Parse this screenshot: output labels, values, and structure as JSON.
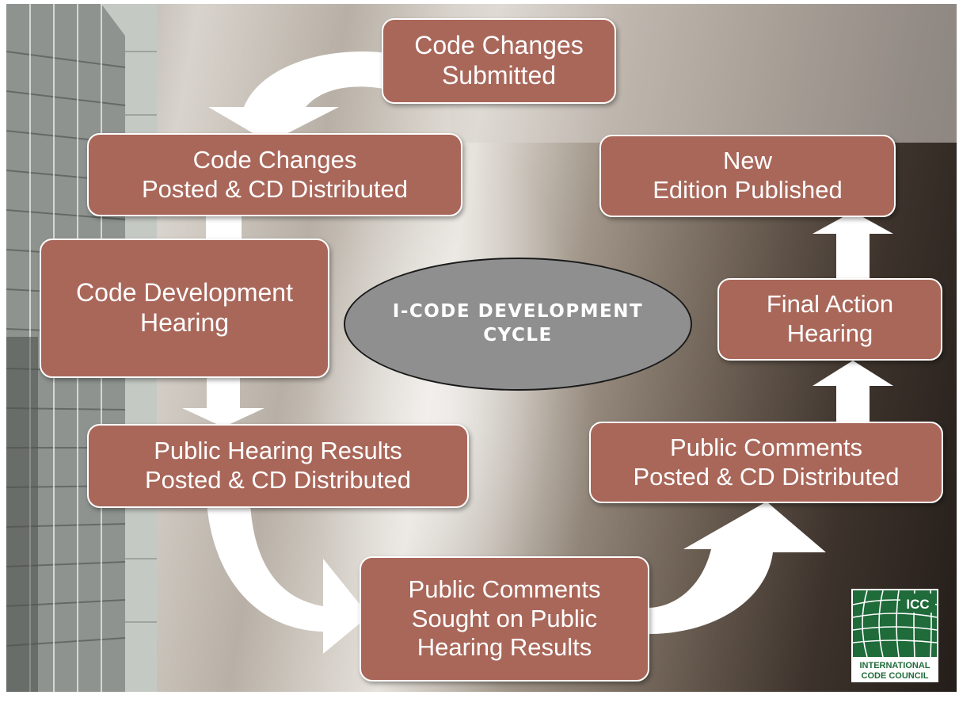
{
  "diagram": {
    "center_label": "I-CODE  DEVELOPMENT\nCYCLE",
    "steps": [
      {
        "id": "code-changes-submitted",
        "label": "Code Changes\nSubmitted"
      },
      {
        "id": "code-changes-posted",
        "label": "Code Changes\nPosted & CD Distributed"
      },
      {
        "id": "code-development-hearing",
        "label": "Code Development\nHearing"
      },
      {
        "id": "public-hearing-results",
        "label": "Public Hearing Results\nPosted & CD Distributed"
      },
      {
        "id": "public-comments-sought",
        "label": "Public Comments\nSought on Public\nHearing Results"
      },
      {
        "id": "public-comments-posted",
        "label": "Public Comments\nPosted & CD Distributed"
      },
      {
        "id": "final-action-hearing",
        "label": "Final Action\nHearing"
      },
      {
        "id": "new-edition-published",
        "label": "New\nEdition Published"
      }
    ],
    "colors": {
      "box_fill": "#a9675a",
      "box_border": "#ffffff",
      "arrow": "#ffffff",
      "ellipse": "#8f8f8f"
    }
  },
  "logo": {
    "icon": "globe-grid-icon",
    "abbr": "ICC",
    "name_line1": "INTERNATIONAL",
    "name_line2": "CODE COUNCIL"
  }
}
